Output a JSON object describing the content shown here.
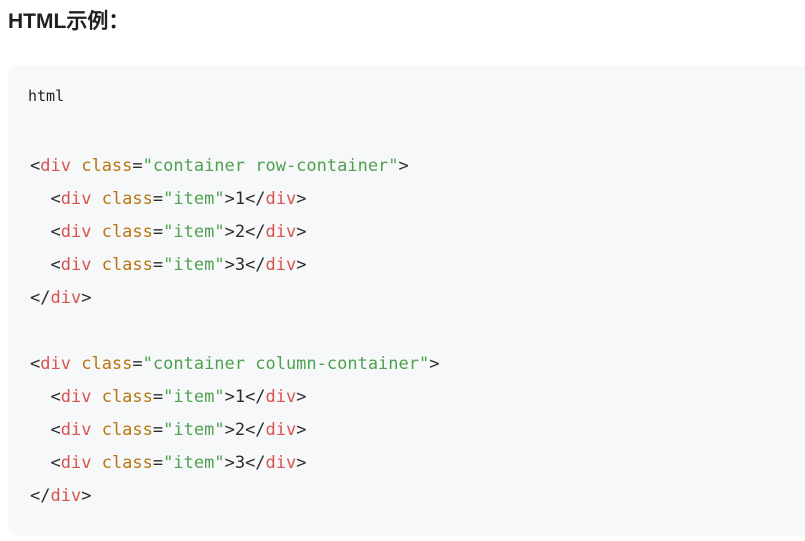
{
  "heading": "HTML示例：",
  "code_block": {
    "language": "html",
    "lines": [
      {
        "indent": "",
        "parts": [
          [
            "punct",
            "<"
          ],
          [
            "tag",
            "div"
          ],
          [
            "punct",
            " "
          ],
          [
            "attr",
            "class"
          ],
          [
            "punct",
            "="
          ],
          [
            "str",
            "\"container row-container\""
          ],
          [
            "punct",
            ">"
          ]
        ]
      },
      {
        "indent": "  ",
        "parts": [
          [
            "punct",
            "<"
          ],
          [
            "tag",
            "div"
          ],
          [
            "punct",
            " "
          ],
          [
            "attr",
            "class"
          ],
          [
            "punct",
            "="
          ],
          [
            "str",
            "\"item\""
          ],
          [
            "punct",
            ">"
          ],
          [
            "txt",
            "1"
          ],
          [
            "punct",
            "</"
          ],
          [
            "tag",
            "div"
          ],
          [
            "punct",
            ">"
          ]
        ]
      },
      {
        "indent": "  ",
        "parts": [
          [
            "punct",
            "<"
          ],
          [
            "tag",
            "div"
          ],
          [
            "punct",
            " "
          ],
          [
            "attr",
            "class"
          ],
          [
            "punct",
            "="
          ],
          [
            "str",
            "\"item\""
          ],
          [
            "punct",
            ">"
          ],
          [
            "txt",
            "2"
          ],
          [
            "punct",
            "</"
          ],
          [
            "tag",
            "div"
          ],
          [
            "punct",
            ">"
          ]
        ]
      },
      {
        "indent": "  ",
        "parts": [
          [
            "punct",
            "<"
          ],
          [
            "tag",
            "div"
          ],
          [
            "punct",
            " "
          ],
          [
            "attr",
            "class"
          ],
          [
            "punct",
            "="
          ],
          [
            "str",
            "\"item\""
          ],
          [
            "punct",
            ">"
          ],
          [
            "txt",
            "3"
          ],
          [
            "punct",
            "</"
          ],
          [
            "tag",
            "div"
          ],
          [
            "punct",
            ">"
          ]
        ]
      },
      {
        "indent": "",
        "parts": [
          [
            "punct",
            "</"
          ],
          [
            "tag",
            "div"
          ],
          [
            "punct",
            ">"
          ]
        ]
      },
      {
        "indent": "",
        "parts": []
      },
      {
        "indent": "",
        "parts": [
          [
            "punct",
            "<"
          ],
          [
            "tag",
            "div"
          ],
          [
            "punct",
            " "
          ],
          [
            "attr",
            "class"
          ],
          [
            "punct",
            "="
          ],
          [
            "str",
            "\"container column-container\""
          ],
          [
            "punct",
            ">"
          ]
        ]
      },
      {
        "indent": "  ",
        "parts": [
          [
            "punct",
            "<"
          ],
          [
            "tag",
            "div"
          ],
          [
            "punct",
            " "
          ],
          [
            "attr",
            "class"
          ],
          [
            "punct",
            "="
          ],
          [
            "str",
            "\"item\""
          ],
          [
            "punct",
            ">"
          ],
          [
            "txt",
            "1"
          ],
          [
            "punct",
            "</"
          ],
          [
            "tag",
            "div"
          ],
          [
            "punct",
            ">"
          ]
        ]
      },
      {
        "indent": "  ",
        "parts": [
          [
            "punct",
            "<"
          ],
          [
            "tag",
            "div"
          ],
          [
            "punct",
            " "
          ],
          [
            "attr",
            "class"
          ],
          [
            "punct",
            "="
          ],
          [
            "str",
            "\"item\""
          ],
          [
            "punct",
            ">"
          ],
          [
            "txt",
            "2"
          ],
          [
            "punct",
            "</"
          ],
          [
            "tag",
            "div"
          ],
          [
            "punct",
            ">"
          ]
        ]
      },
      {
        "indent": "  ",
        "parts": [
          [
            "punct",
            "<"
          ],
          [
            "tag",
            "div"
          ],
          [
            "punct",
            " "
          ],
          [
            "attr",
            "class"
          ],
          [
            "punct",
            "="
          ],
          [
            "str",
            "\"item\""
          ],
          [
            "punct",
            ">"
          ],
          [
            "txt",
            "3"
          ],
          [
            "punct",
            "</"
          ],
          [
            "tag",
            "div"
          ],
          [
            "punct",
            ">"
          ]
        ]
      },
      {
        "indent": "",
        "parts": [
          [
            "punct",
            "</"
          ],
          [
            "tag",
            "div"
          ],
          [
            "punct",
            ">"
          ]
        ]
      }
    ]
  },
  "colors": {
    "tag": "#d9534f",
    "attribute": "#b8760f",
    "string": "#50a14f",
    "text": "#2b2b2b",
    "code_background": "#f7f8fa"
  }
}
